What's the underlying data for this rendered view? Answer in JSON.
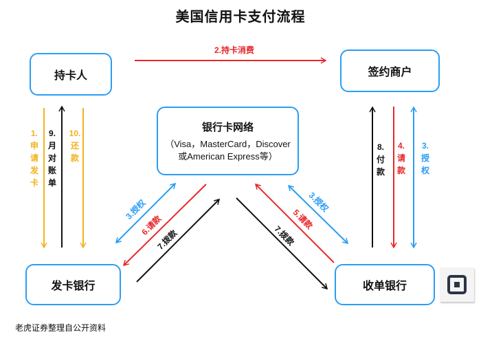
{
  "title": "美国信用卡支付流程",
  "colors": {
    "box_border": "#2a9df4",
    "red": "#e8262a",
    "blue": "#2a9df4",
    "orange": "#f2b21f",
    "black": "#111111"
  },
  "nodes": {
    "cardholder": "持卡人",
    "merchant": "签约商户",
    "issuer": "发卡银行",
    "acquirer": "收单银行",
    "network": {
      "title": "银行卡网络",
      "subtitle_line1": "（Visa，MasterCard，Discover",
      "subtitle_line2": "或American Express等）"
    }
  },
  "flows": {
    "step2": "2.持卡消费",
    "step1": "1.\n申\n请\n发\n卡",
    "step9": "9.\n月\n对\n账\n单",
    "step10": "10.\n还\n款",
    "step8": "8.\n付\n款",
    "step4": "4.\n请\n款",
    "step3_right": "3.\n授\n权",
    "step3_left_diag": "3.授权",
    "step6": "6.请款",
    "step7_left": "7.拨款",
    "step3_right_diag": "3.授权",
    "step5": "5.请款",
    "step7_right": "7.拨款"
  },
  "footer": "老虎证券整理自公开资料",
  "icon": "square-logo-icon"
}
